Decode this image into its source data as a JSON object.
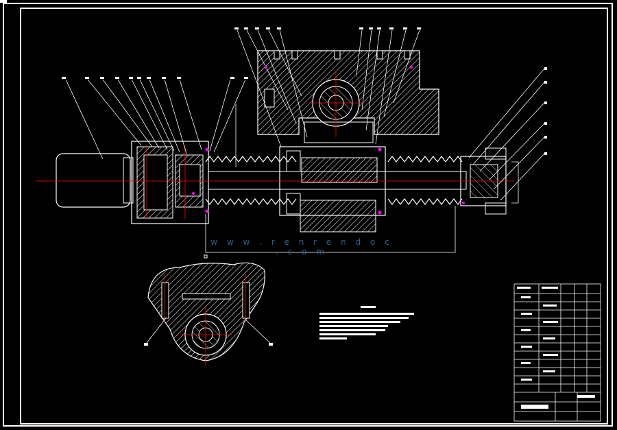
{
  "watermark": "w w w . r e n r e n d o c . c o m",
  "notes": {
    "title": "",
    "lines": [
      "",
      "",
      "",
      "",
      "",
      "",
      ""
    ]
  },
  "title_block": {
    "company": "",
    "drawing_name": "",
    "scale": ""
  },
  "colors": {
    "background": "#000000",
    "line": "#ffffff",
    "centerline": "#ff0000",
    "marker": "#ff00ff",
    "watermark": "#2f6d98"
  },
  "icons": [
    "hatch-pattern",
    "leader-line",
    "balloon-marker"
  ]
}
